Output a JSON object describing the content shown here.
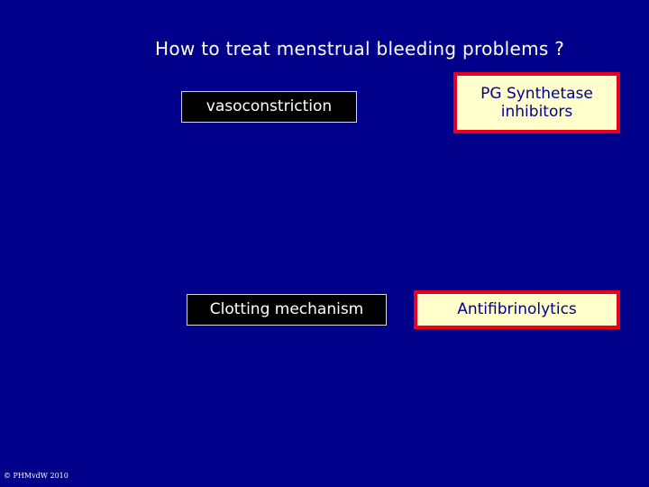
{
  "slide": {
    "title": "How to treat menstrual bleeding problems ?",
    "footer": "© PHMvdW 2010"
  },
  "boxes": {
    "vasoconstriction": "vasoconstriction",
    "pg_synthetase": "PG Synthetase inhibitors",
    "clotting": "Clotting mechanism",
    "antifibrinolytics": "Antifibrinolytics"
  },
  "colors": {
    "background": "#00008b",
    "title_text": "#ffffff",
    "dark_box_bg": "#000000",
    "treatment_box_bg": "#ffffcc",
    "treatment_box_border": "#e8001c",
    "treatment_box_text": "#00008b"
  }
}
